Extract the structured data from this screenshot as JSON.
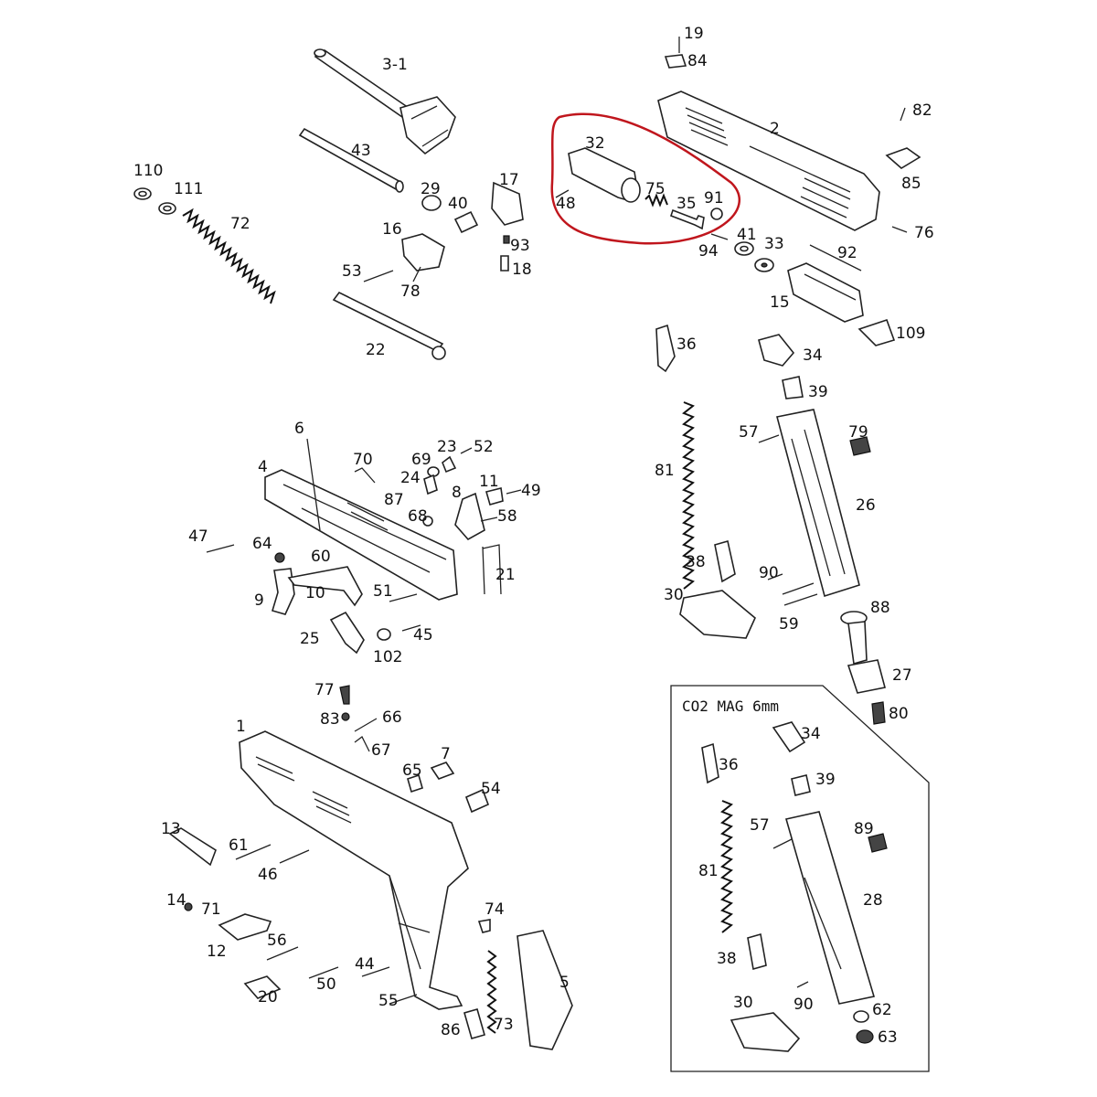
{
  "labels": {
    "p19": "19",
    "p84": "84",
    "p82": "82",
    "p2": "2",
    "p85": "85",
    "p76": "76",
    "p3_1": "3-1",
    "p43": "43",
    "p110": "110",
    "p111": "111",
    "p72": "72",
    "p29": "29",
    "p17": "17",
    "p40": "40",
    "p16": "16",
    "p93": "93",
    "p18": "18",
    "p53": "53",
    "p78": "78",
    "p22": "22",
    "p32": "32",
    "p48": "48",
    "p75": "75",
    "p35": "35",
    "p91": "91",
    "p94": "94",
    "p41": "41",
    "p33": "33",
    "p92": "92",
    "p15": "15",
    "p109": "109",
    "p36": "36",
    "p34": "34",
    "p39": "39",
    "p57": "57",
    "p79": "79",
    "p81": "81",
    "p26": "26",
    "p38": "38",
    "p30": "30",
    "p90": "90",
    "p59": "59",
    "p88": "88",
    "p27": "27",
    "p80": "80",
    "p6": "6",
    "p70": "70",
    "p69": "69",
    "p23": "23",
    "p52": "52",
    "p4": "4",
    "p24": "24",
    "p11": "11",
    "p49": "49",
    "p87": "87",
    "p8": "8",
    "p68": "68",
    "p58": "58",
    "p47": "47",
    "p64": "64",
    "p60": "60",
    "p21": "21",
    "p9": "9",
    "p10": "10",
    "p51": "51",
    "p25": "25",
    "p102": "102",
    "p45": "45",
    "p77": "77",
    "p83": "83",
    "p66": "66",
    "p1": "1",
    "p67": "67",
    "p65": "65",
    "p7": "7",
    "p54": "54",
    "p13": "13",
    "p61": "61",
    "p46": "46",
    "p14": "14",
    "p71": "71",
    "p12": "12",
    "p56": "56",
    "p74": "74",
    "p5": "5",
    "p44": "44",
    "p50": "50",
    "p20": "20",
    "p55": "55",
    "p73": "73",
    "p86": "86"
  },
  "inset": {
    "title": "CO2 MAG 6mm",
    "p34": "34",
    "p36": "36",
    "p39": "39",
    "p57": "57",
    "p89": "89",
    "p81": "81",
    "p28": "28",
    "p38": "38",
    "p30": "30",
    "p90": "90",
    "p62": "62",
    "p63": "63"
  },
  "highlight_color": "#c0161d"
}
